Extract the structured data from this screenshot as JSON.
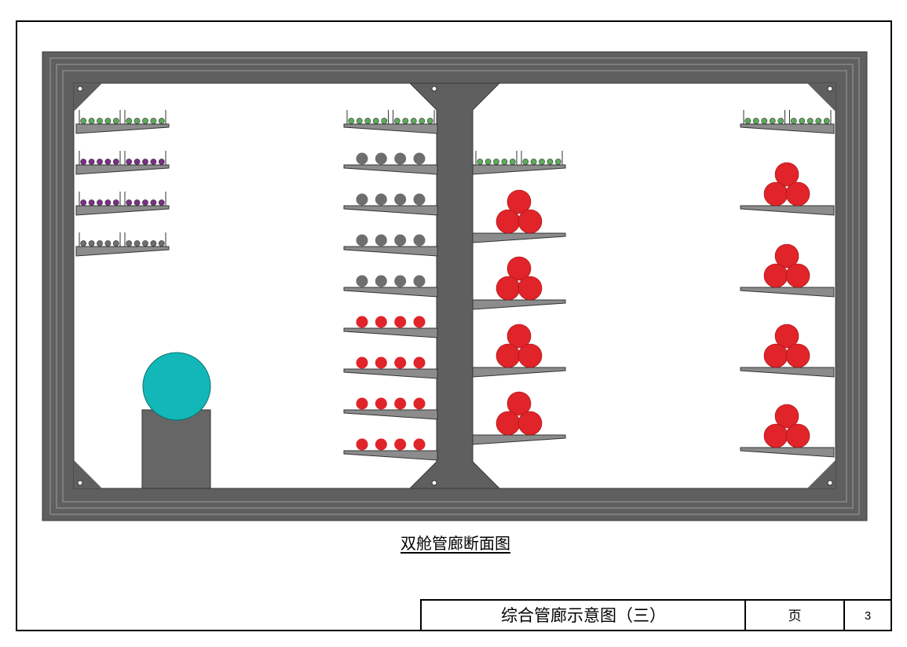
{
  "figure": {
    "caption": "双舱管廊断面图"
  },
  "title_block": {
    "drawing_title": "综合管廊示意图（三）",
    "page_label": "页",
    "page_number": "3"
  },
  "colors": {
    "wall": "#5f5f5f",
    "tray": "#8c8c8c",
    "telecom_green": "#5daa5b",
    "purple_cable": "#7b2f86",
    "grey_cable": "#6e6e6e",
    "power_red": "#e0242a",
    "water_pipe": "#12b8b8",
    "pipe_support": "#666666"
  },
  "compartments": {
    "left": {
      "left_racks": [
        "telecom_green",
        "purple_cable",
        "purple_cable",
        "grey_cable"
      ],
      "right_racks": [
        "telecom_green",
        "grey_cable",
        "grey_cable",
        "grey_cable",
        "grey_cable",
        "power_red",
        "power_red",
        "power_red",
        "power_red"
      ],
      "pipe": "water_pipe"
    },
    "right": {
      "left_racks": [
        "telecom_green",
        "power_red",
        "power_red",
        "power_red",
        "power_red"
      ],
      "right_racks": [
        "telecom_green",
        "power_red",
        "power_red",
        "power_red",
        "power_red"
      ]
    }
  }
}
